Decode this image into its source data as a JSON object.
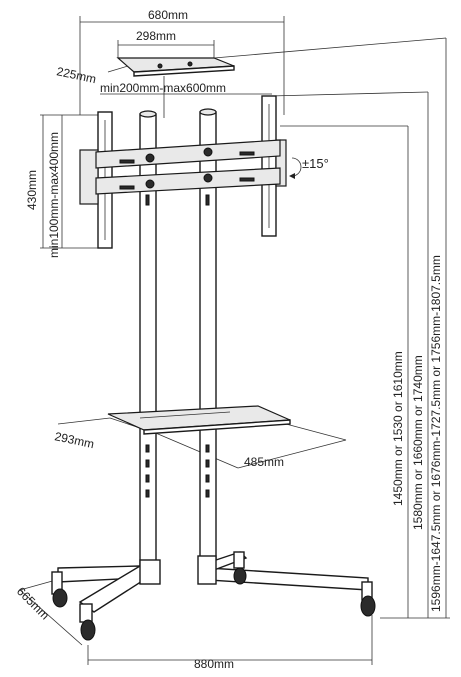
{
  "dimensions": {
    "top_width": "680mm",
    "shelf_top_width": "298mm",
    "shelf_top_depth": "225mm",
    "vesa_horizontal": "min200mm-max600mm",
    "vesa_height": "430mm",
    "vesa_vertical": "min100mm-max400mm",
    "tilt": "±15°",
    "shelf_depth": "293mm",
    "shelf_width": "485mm",
    "base_depth": "665mm",
    "base_width": "880mm",
    "height_1": "1450mm  or 1530  or 1610mm",
    "height_2": "1580mm or 1660mm or 1740mm",
    "height_3": "1596mm-1647.5mm or 1676mm-1727.5mm or 1756mm-1807.5mm"
  }
}
